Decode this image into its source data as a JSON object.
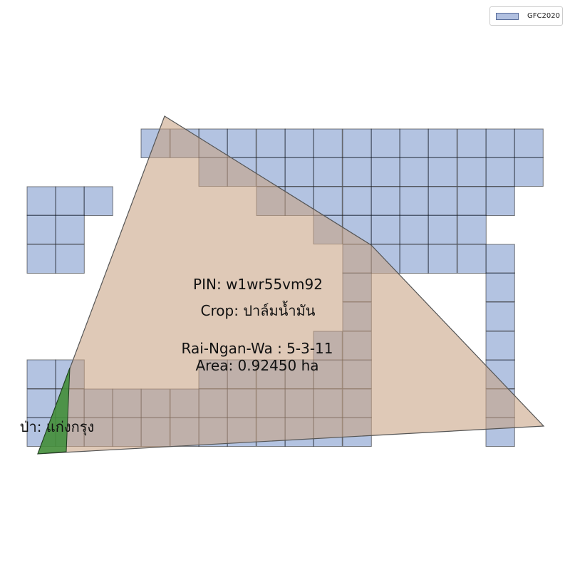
{
  "map": {
    "pin_label": "PIN: w1wr55vm92",
    "crop_label": "Crop: ปาล์มน้ำมัน",
    "rngw_label": "Rai-Ngan-Wa : 5-3-11",
    "area_label": "Area: 0.92450 ha",
    "forest_label": "ป่า: แก่งกรุง"
  },
  "legend": {
    "items": [
      {
        "label": "GFC2020",
        "color": "#4a6fb8"
      }
    ]
  },
  "colors": {
    "grid_fill": "#4a6fb8",
    "parcel_fill": "#c8a283",
    "forest_fill": "#2e8a2e",
    "outline": "#555555"
  }
}
